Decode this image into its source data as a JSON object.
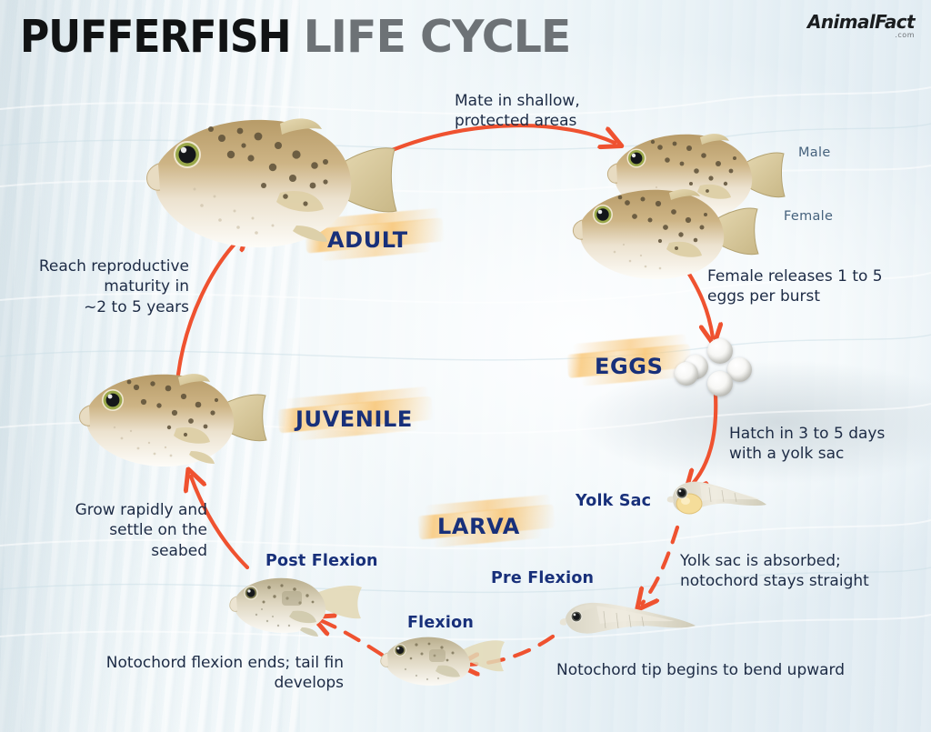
{
  "header": {
    "title_bold": "PUFFERFISH",
    "title_light": "LIFE CYCLE",
    "logo_main": "AnimalFact",
    "logo_suffix": ".com"
  },
  "colors": {
    "arrow": "#ef5230",
    "stage_label": "#18307a",
    "body_text": "#1d2b45",
    "muted_label": "#46627d",
    "brush_highlight": "#f8c77a",
    "background": "#e9f2f6"
  },
  "stages": [
    {
      "id": "adult",
      "label": "ADULT"
    },
    {
      "id": "eggs",
      "label": "EGGS"
    },
    {
      "id": "larva",
      "label": "LARVA"
    },
    {
      "id": "juvenile",
      "label": "JUVENILE"
    }
  ],
  "substage_labels": [
    {
      "id": "yolk-sac",
      "label": "Yolk Sac"
    },
    {
      "id": "pre-flexion",
      "label": "Pre Flexion"
    },
    {
      "id": "flexion",
      "label": "Flexion"
    },
    {
      "id": "post-flexion",
      "label": "Post Flexion"
    }
  ],
  "sex_labels": [
    {
      "id": "male",
      "label": "Male"
    },
    {
      "id": "female",
      "label": "Female"
    }
  ],
  "notes": {
    "mate": "Mate in shallow,\nprotected areas",
    "eggs_burst": "Female releases 1 to 5\neggs per burst",
    "hatch": "Hatch in 3 to 5 days\nwith a yolk sac",
    "yolk_absorb": "Yolk sac is absorbed;\nnotochord stays straight",
    "notochord_bend": "Notochord tip begins to bend upward",
    "flexion_ends": "Notochord flexion ends; tail fin\ndevelops",
    "grow": "Grow rapidly and\nsettle on the\nseabed",
    "maturity": "Reach reproductive\nmaturity in\n~2 to 5 years"
  },
  "egg_count": 5
}
